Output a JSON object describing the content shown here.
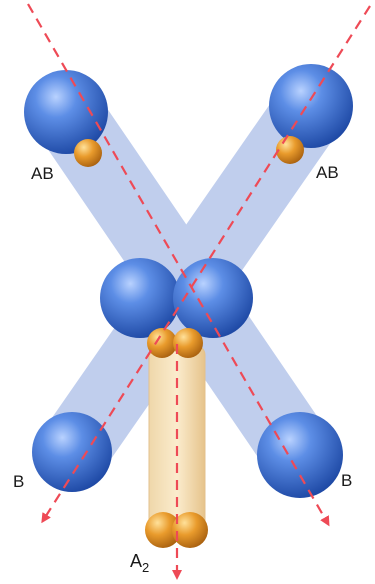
{
  "labels": {
    "ab_left": "AB",
    "ab_right": "AB",
    "b_left": "B",
    "b_right": "B",
    "a2_main": "A",
    "a2_sub": "2"
  },
  "colors": {
    "blue_rod": "#7f99d6",
    "blue_sphere": "#2f62c6",
    "blue_sphere_light": "#8fb4f2",
    "orange_sphere": "#d98a20",
    "orange_light": "#f6c36c",
    "tan_rod": "#efcf9a",
    "arrow": "#ee4a56"
  },
  "icons": {
    "axis_arrows": "dashed-arrow-icon"
  }
}
